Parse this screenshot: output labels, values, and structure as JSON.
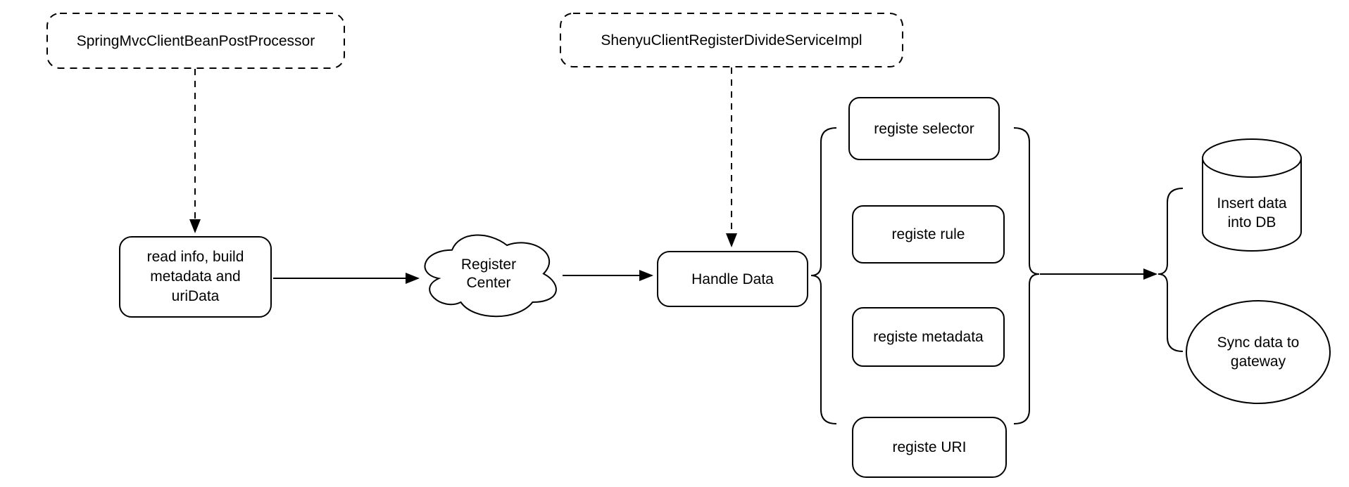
{
  "diagram": {
    "background": "#ffffff",
    "stroke_color": "#000000",
    "text_color": "#000000",
    "nodes": {
      "spring_processor": {
        "label": "SpringMvcClientBeanPostProcessor"
      },
      "shenyu_service": {
        "label": "ShenyuClientRegisterDivideServiceImpl"
      },
      "read_info": {
        "lines": [
          "read info, build",
          "metadata and",
          "uriData"
        ]
      },
      "register_center": {
        "lines": [
          "Register",
          "Center"
        ]
      },
      "handle_data": {
        "label": "Handle Data"
      },
      "registe_selector": {
        "label": "registe selector"
      },
      "registe_rule": {
        "label": "registe rule"
      },
      "registe_metadata": {
        "label": "registe metadata"
      },
      "registe_uri": {
        "label": "registe URI"
      },
      "insert_db": {
        "lines": [
          "Insert data",
          "into DB"
        ]
      },
      "sync_gateway": {
        "lines": [
          "Sync data to",
          "gateway"
        ]
      }
    },
    "edges": [
      {
        "from": "spring_processor",
        "to": "read_info",
        "style": "dashed-arrow"
      },
      {
        "from": "read_info",
        "to": "register_center",
        "style": "solid-arrow"
      },
      {
        "from": "register_center",
        "to": "handle_data",
        "style": "solid-arrow"
      },
      {
        "from": "shenyu_service",
        "to": "handle_data",
        "style": "dashed-arrow"
      },
      {
        "from": "handle_data",
        "to": "registe-group-bracket",
        "style": "brace"
      },
      {
        "from": "registe-group-bracket",
        "to": "output-group-bracket",
        "style": "solid-arrow"
      }
    ]
  }
}
